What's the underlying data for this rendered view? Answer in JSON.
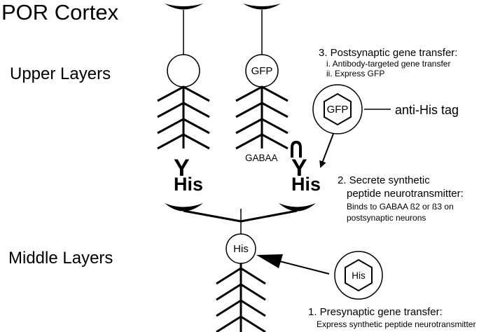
{
  "title": "POR Cortex",
  "layers": {
    "upper": "Upper Layers",
    "middle": "Middle Layers"
  },
  "cells": {
    "gfp_label": "GFP",
    "his_label": "His",
    "gabaa_label": "GABAA"
  },
  "receptors": {
    "left": {
      "y": "Y",
      "his": "His"
    },
    "right": {
      "y": "Y",
      "his": "His"
    }
  },
  "step3": {
    "heading": "3. Postsynaptic gene transfer:",
    "items": [
      "i.  Antibody-targeted gene transfer",
      "ii.  Express GFP"
    ]
  },
  "gfp_vector": {
    "label": "GFP",
    "tag_label": "anti-His tag"
  },
  "step2": {
    "heading_line1": "2. Secrete synthetic",
    "heading_line2": "peptide neurotransmitter:",
    "detail_line1": "Binds to GABAA ß2 or ß3 on",
    "detail_line2": "postsynaptic neurons"
  },
  "his_vector": {
    "label": "His"
  },
  "step1": {
    "heading": "1. Presynaptic gene transfer:",
    "detail": "Express synthetic peptide neurotransmitter"
  }
}
